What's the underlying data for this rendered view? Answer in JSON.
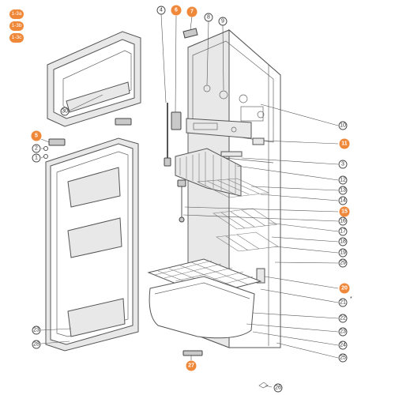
{
  "reference_badges": [
    "1-3a",
    "1-3b",
    "1-3c"
  ],
  "callouts": {
    "c1": "1",
    "c2": "2",
    "c3": "3",
    "c4": "4",
    "c5": "5",
    "c6": "6",
    "c7": "7",
    "c8": "8",
    "c9": "9",
    "c10": "10",
    "c11": "11",
    "c12": "12",
    "c13": "13",
    "c14": "14",
    "c15": "15",
    "c16": "16",
    "c17": "17",
    "c18": "18",
    "c19": "19",
    "c20": "20",
    "c21": "21",
    "c22": "22",
    "c23": "23",
    "c24": "24",
    "c25": "25",
    "c26": "26",
    "c27": "27",
    "c28": "28",
    "c29": "29",
    "c30": "30"
  },
  "marker_21": "*",
  "colors": {
    "highlight": "#f0883a",
    "line": "#555555"
  }
}
